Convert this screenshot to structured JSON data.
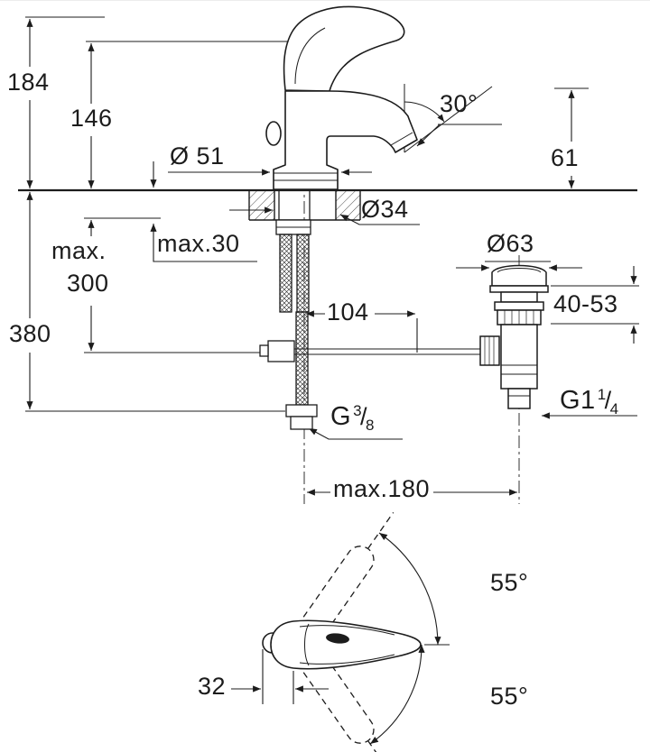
{
  "drawing": {
    "side_view": {
      "overall_height": "184",
      "body_height": "146",
      "base_diameter": "Ø 51",
      "spout_angle": "30°",
      "spout_height": "61",
      "hole_diameter": "Ø34",
      "deck_thickness": "max.30",
      "hose_length_line1": "max.",
      "hose_length_line2": "300",
      "below_counter_depth": "380",
      "rod_offset": "104",
      "waste_flange_diameter": "Ø63",
      "clamp_range": "40-53",
      "supply_thread_prefix": "G",
      "supply_thread_numerator": "3",
      "supply_thread_slash": "/",
      "supply_thread_denominator": "8",
      "waste_thread_prefix": "G1",
      "waste_thread_numerator": "1",
      "waste_thread_slash": "/",
      "waste_thread_denominator": "4",
      "max_projection": "max.180"
    },
    "top_view": {
      "swivel_angle_up": "55°",
      "handle_width": "32",
      "swivel_angle_down": "55°"
    },
    "colors": {
      "line": "#1c1c1c",
      "background": "#ffffff"
    }
  }
}
